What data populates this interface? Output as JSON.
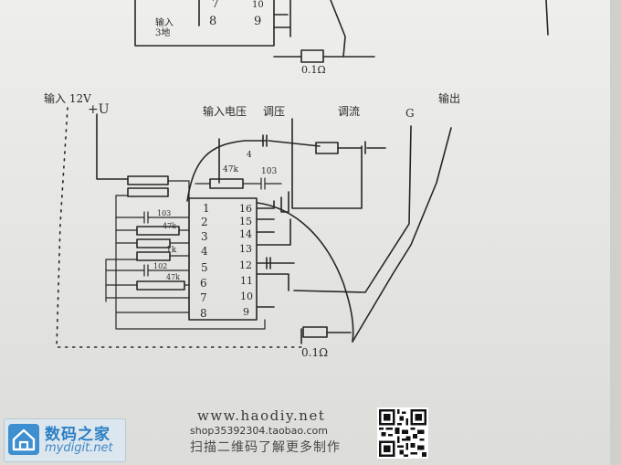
{
  "diagram": {
    "top_section": {
      "pin_7": "7",
      "pin_8": "8",
      "pin_9": "9",
      "pin_10": "10",
      "label_left": "输入\n3地",
      "resistor_label": "0.1Ω"
    },
    "main": {
      "label_input": "输入 12V",
      "label_plus_u": "+U",
      "label_input_v": "输入电压",
      "label_adjust_v": "调压",
      "label_adjust_i": "调流",
      "label_g": "G",
      "label_output": "输出",
      "label_4": "4",
      "label_47k_top": "47k",
      "label_103_top": "103",
      "label_103_left": "103",
      "label_47k_left": "47k",
      "label_1k": "1k",
      "label_102": "102",
      "label_47k_low": "47k",
      "resistor_label": "0.1Ω",
      "pins_left": [
        "1",
        "2",
        "3",
        "4",
        "5",
        "6",
        "7",
        "8"
      ],
      "pins_right": [
        "16",
        "15",
        "14",
        "13",
        "12",
        "11",
        "10",
        "9"
      ]
    }
  },
  "watermark": {
    "logo_cn": "数码之家",
    "logo_en": "mydigit.net",
    "site": "www.haodiy.net",
    "shop": "shop35392304.taobao.com",
    "slogan": "扫描二维码了解更多制作"
  },
  "colors": {
    "paper": "#e6e6e3",
    "ink": "#262626",
    "logo_blue": "#2b7fc4"
  }
}
